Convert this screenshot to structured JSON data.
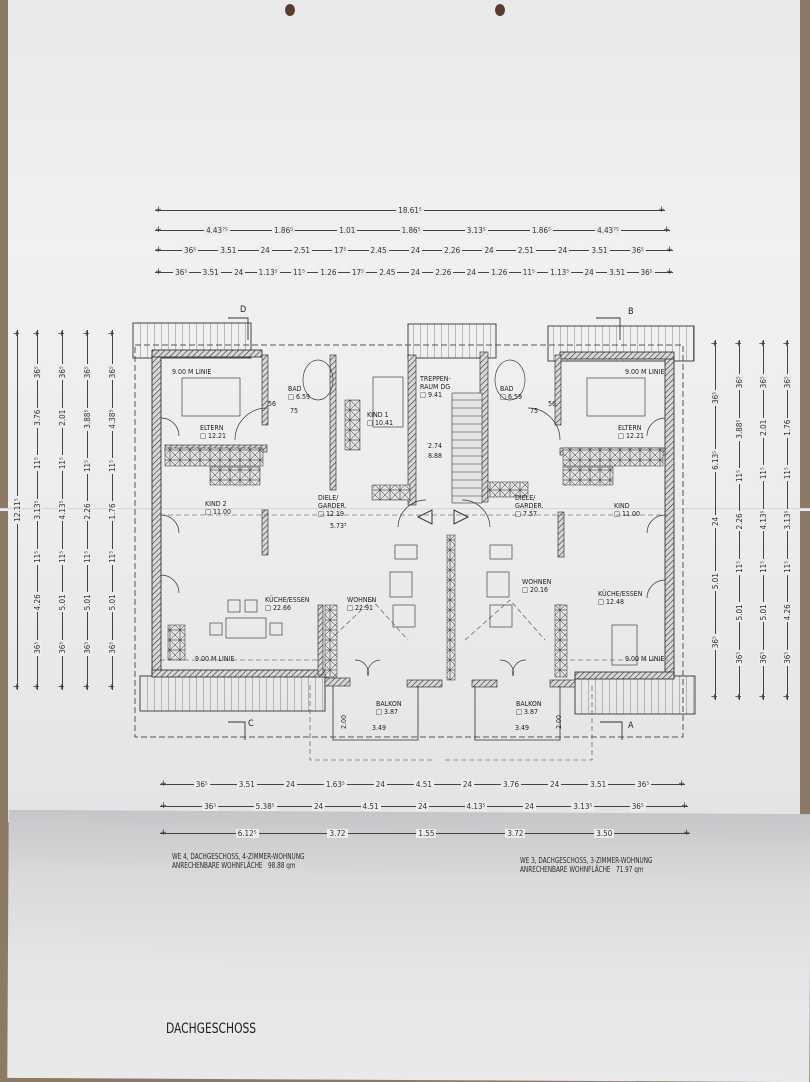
{
  "dimensions": {
    "top": [
      [
        "18.61⁵"
      ],
      [
        "4.43⁷⁵",
        "1.86⁵",
        "1.01",
        "1.86⁵",
        "3.13⁵",
        "1.86⁵",
        "4.43⁷⁵"
      ],
      [
        "36⁵",
        "3.51",
        "24",
        "2.51",
        "17⁵",
        "2.45",
        "24",
        "2.26",
        "24",
        "2.51",
        "24",
        "3.51",
        "36⁵"
      ],
      [
        "36⁵",
        "3.51",
        "24",
        "1.13⁵",
        "11⁵",
        "1.26",
        "17⁵",
        "2.45",
        "24",
        "2.26",
        "24",
        "1.26",
        "11⁵",
        "1.13⁵",
        "24",
        "3.51",
        "36⁵"
      ]
    ],
    "bottom": [
      [
        "36⁵",
        "3.51",
        "24",
        "1.63⁵",
        "24",
        "4.51",
        "24",
        "3.76",
        "24",
        "3.51",
        "36⁵"
      ],
      [
        "36⁵",
        "5.38⁵",
        "24",
        "4.51",
        "24",
        "4.13⁵",
        "24",
        "3.13⁵",
        "36⁵"
      ],
      [
        "6.12⁵",
        "3.72",
        "1.55",
        "3.72",
        "3.50"
      ]
    ],
    "left": [
      [
        "36⁵",
        "4.26",
        "11⁵",
        "3.13⁵",
        "11⁵",
        "3.76",
        "36⁵"
      ],
      [
        "36⁵",
        "5.01",
        "11⁵",
        "4.13⁵",
        "11⁵",
        "2.01",
        "36⁵"
      ],
      [
        "36⁵",
        "5.01",
        "11⁵",
        "2.26",
        "11⁵",
        "3.88⁵",
        "36⁵"
      ],
      [
        "36⁵",
        "5.01",
        "11⁵",
        "1.76",
        "11⁵",
        "4.38⁵",
        "36⁵"
      ],
      [
        "12.11⁵"
      ]
    ],
    "right": [
      [
        "36⁵",
        "5.01",
        "24",
        "6.13⁵",
        "36⁵"
      ],
      [
        "36⁵",
        "5.01",
        "11⁵",
        "2.26",
        "11⁵",
        "3.88⁵",
        "36⁵"
      ],
      [
        "36⁵",
        "5.01",
        "11⁵",
        "4.13⁵",
        "11⁵",
        "2.01",
        "36⁵"
      ],
      [
        "36⁵",
        "4.26",
        "11⁵",
        "3.13⁵",
        "11⁵",
        "1.76",
        "36⁵"
      ]
    ]
  },
  "rooms": [
    {
      "name": "ELTERN",
      "area": "12.21"
    },
    {
      "name": "KIND 2",
      "area": "11.00"
    },
    {
      "name": "BAD",
      "area": "6.59"
    },
    {
      "name": "KIND 1",
      "area": "10.41"
    },
    {
      "name": "TREPPEN-RAUM DG",
      "area": "9.41"
    },
    {
      "name": "DIELE/ GARDER.",
      "area": "12.19"
    },
    {
      "name": "KÜCHE/ESSEN",
      "area": "22.66"
    },
    {
      "name": "WOHNEN",
      "area": "22.91"
    },
    {
      "name": "BALKON",
      "area": "3.87"
    },
    {
      "name": "BAD",
      "area": "6.59"
    },
    {
      "name": "ELTERN",
      "area": "12.21"
    },
    {
      "name": "DIELE/ GARDER.",
      "area": "7.57"
    },
    {
      "name": "KIND",
      "area": "11.00"
    },
    {
      "name": "WOHNEN",
      "area": "20.16"
    },
    {
      "name": "KÜCHE/ESSEN",
      "area": "12.48"
    },
    {
      "name": "BALKON",
      "area": "3.87"
    }
  ],
  "line_labels": [
    "9.00 M LINIE",
    "9.00 M LINIE",
    "9.00 M LINIE",
    "9.00 M LINIE"
  ],
  "misc": {
    "section_b": "B",
    "section_d": "D",
    "section_c": "C",
    "section_a": "A",
    "balkon_depth": "2.00",
    "balkon_width": "3.49",
    "level_1": "2.74",
    "level_2": "8.88",
    "hall_dim": "5.73⁵",
    "door_75": "75",
    "door_56": "56"
  },
  "units": [
    {
      "line1": "WE 4, DACHGESCHOSS, 4-ZIMMER-WOHNUNG",
      "line2": "ANRECHENBARE WOHNFLÄCHE",
      "area": "98.88",
      "unit": "qm"
    },
    {
      "line1": "WE 3, DACHGESCHOSS, 3-ZIMMER-WOHNUNG",
      "line2": "ANRECHENBARE WOHNFLÄCHE",
      "area": "71.97",
      "unit": "qm"
    }
  ],
  "title": "DACHGESCHOSS"
}
